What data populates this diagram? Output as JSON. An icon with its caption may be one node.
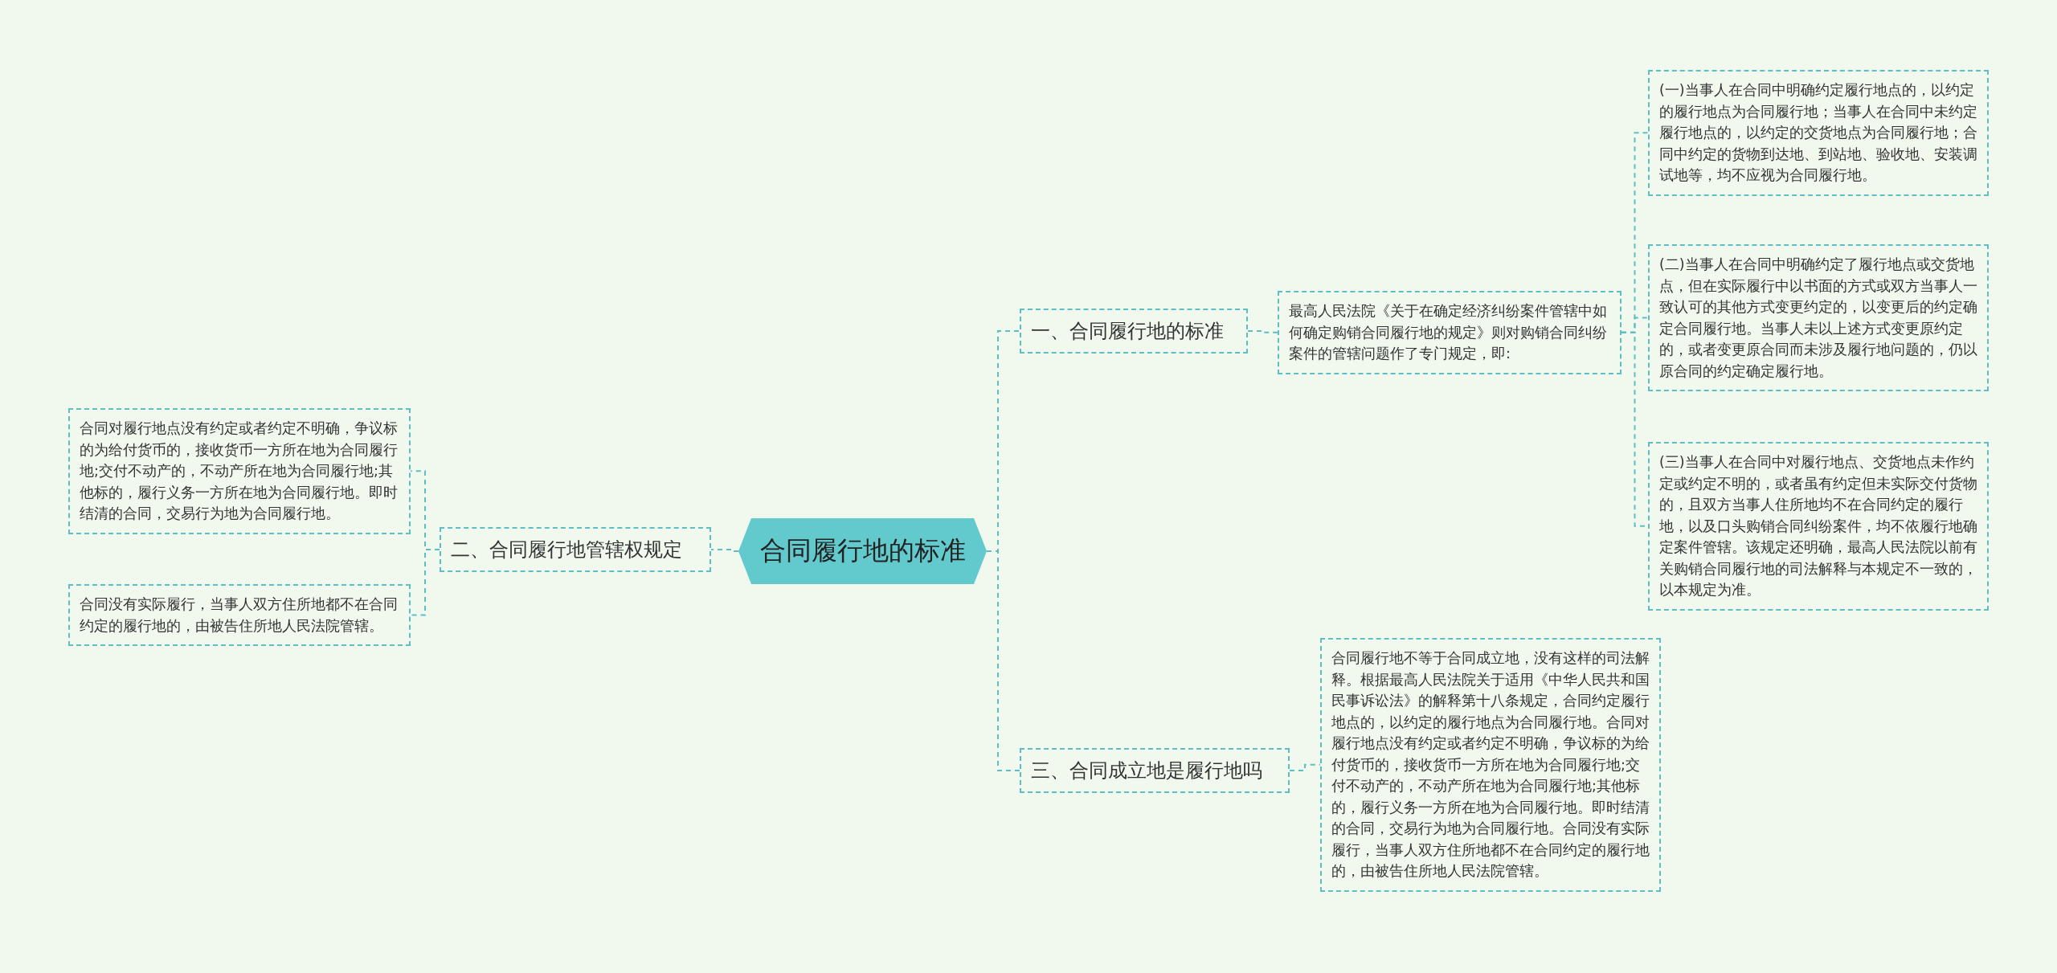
{
  "diagram": {
    "nodes": [
      {
        "text": [
          "合同履行地的标准"
        ]
      },
      {
        "text": [
          "一、合同履行地的标准"
        ]
      },
      {
        "text": [
          "最高人民法院《关于在确定经济纠纷案件管辖中如何确定购销合同履行地的规定》则对购销合同纠纷案件的管辖问题作了专门规定，即:"
        ]
      },
      {
        "text": [
          "(一)当事人在合同中明确约定履行地点的，以约定的履行地点为合同履行地；当事人在合同中未约定履行地点的，以约定的交货地点为合同履行地；合同中约定的货物到达地、到站地、验收地、安装调试地等，均不应视为合同履行地。"
        ]
      },
      {
        "text": [
          "(二)当事人在合同中明确约定了履行地点或交货地点，但在实际履行中以书面的方式或双方当事人一致认可的其他方式变更约定的，以变更后的约定确定合同履行地。当事人未以上述方式变更原约定的，或者变更原合同而未涉及履行地问题的，仍以原合同的约定确定履行地。"
        ]
      },
      {
        "text": [
          "(三)当事人在合同中对履行地点、交货地点未作约定或约定不明的，或者虽有约定但未实际交付货物的，且双方当事人住所地均不在合同约定的履行地，以及口头购销合同纠纷案件，均不依履行地确定案件管辖。该规定还明确，最高人民法院以前有关购销合同履行地的司法解释与本规定不一致的，以本规定为准。"
        ]
      },
      {
        "text": [
          "二、合同履行地管辖权规定"
        ]
      },
      {
        "text": [
          "合同对履行地点没有约定或者约定不明确，争议标的为给付货币的，接收货币一方所在地为合同履行地;交付不动产的，不动产所在地为合同履行地;其他标的，履行义务一方所在地为合同履行地。即时结清的合同，交易行为地为合同履行地。"
        ]
      },
      {
        "text": [
          "合同没有实际履行，当事人双方住所地都不在合同约定的履行地的，由被告住所地人民法院管辖。"
        ]
      },
      {
        "text": [
          "三、合同成立地是履行地吗"
        ]
      },
      {
        "text": [
          "合同履行地不等于合同成立地，没有这样的司法解释。根据最高人民法院关于适用《中华人民共和国民事诉讼法》的解释第十八条规定，合同约定履行地点的，以约定的履行地点为合同履行地。合同对履行地点没有约定或者约定不明确，争议标的为给付货币的，接收货币一方所在地为合同履行地;交付不动产的，不动产所在地为合同履行地;其他标的，履行义务一方所在地为合同履行地。即时结清的合同，交易行为地为合同履行地。合同没有实际履行，当事人双方住所地都不在合同约定的履行地的，由被告住所地人民法院管辖。"
        ]
      }
    ],
    "edges": [
      {
        "from": 0,
        "to": 1,
        "arrow": "none"
      },
      {
        "from": 1,
        "to": 2,
        "arrow": "none"
      },
      {
        "from": 2,
        "to": 3,
        "arrow": "none"
      },
      {
        "from": 2,
        "to": 4,
        "arrow": "none"
      },
      {
        "from": 2,
        "to": 5,
        "arrow": "none"
      },
      {
        "from": 0,
        "to": 6,
        "arrow": "none"
      },
      {
        "from": 6,
        "to": 7,
        "arrow": "none"
      },
      {
        "from": 6,
        "to": 8,
        "arrow": "none"
      },
      {
        "from": 0,
        "to": 9,
        "arrow": "none"
      },
      {
        "from": 9,
        "to": 10,
        "arrow": "none"
      }
    ]
  }
}
